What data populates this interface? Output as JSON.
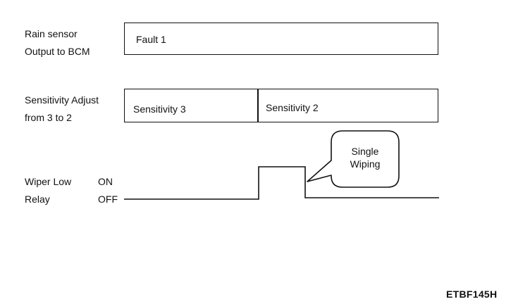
{
  "rain_sensor": {
    "label_line1": "Rain sensor",
    "label_line2": "Output to BCM",
    "box_text": "Fault 1"
  },
  "sensitivity": {
    "label_line1": "Sensitivity Adjust",
    "label_line2": "from 3 to 2",
    "segment_left": "Sensitivity 3",
    "segment_right": "Sensitivity 2"
  },
  "wiper_relay": {
    "label_line1": "Wiper Low",
    "label_line2": "Relay",
    "state_on": "ON",
    "state_off": "OFF"
  },
  "callout": {
    "line1": "Single",
    "line2": "Wiping"
  },
  "figure_id": "ETBF145H"
}
